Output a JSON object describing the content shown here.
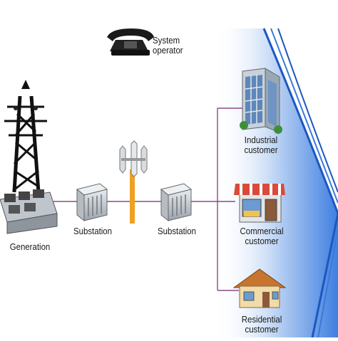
{
  "operator": {
    "line1": "System",
    "line2": "operator",
    "icon": "telephone-icon"
  },
  "generation": {
    "label": "Generation",
    "icon": "transmission-tower-icon"
  },
  "substation_1": {
    "label": "Substation",
    "icon": "substation-icon"
  },
  "substation_2": {
    "label": "Substation",
    "icon": "substation-icon"
  },
  "turbine": {
    "icon": "wind-turbine-icon"
  },
  "customers": {
    "industrial": {
      "line1": "Industrial",
      "line2": "customer",
      "icon": "office-building-icon"
    },
    "commercial": {
      "line1": "Commercial",
      "line2": "customer",
      "icon": "storefront-icon"
    },
    "residential": {
      "line1": "Residential",
      "line2": "customer",
      "icon": "house-icon"
    }
  },
  "colors": {
    "line": "#8c4a8c",
    "blue": "#2f6fd6",
    "pole": "#f0a020"
  }
}
